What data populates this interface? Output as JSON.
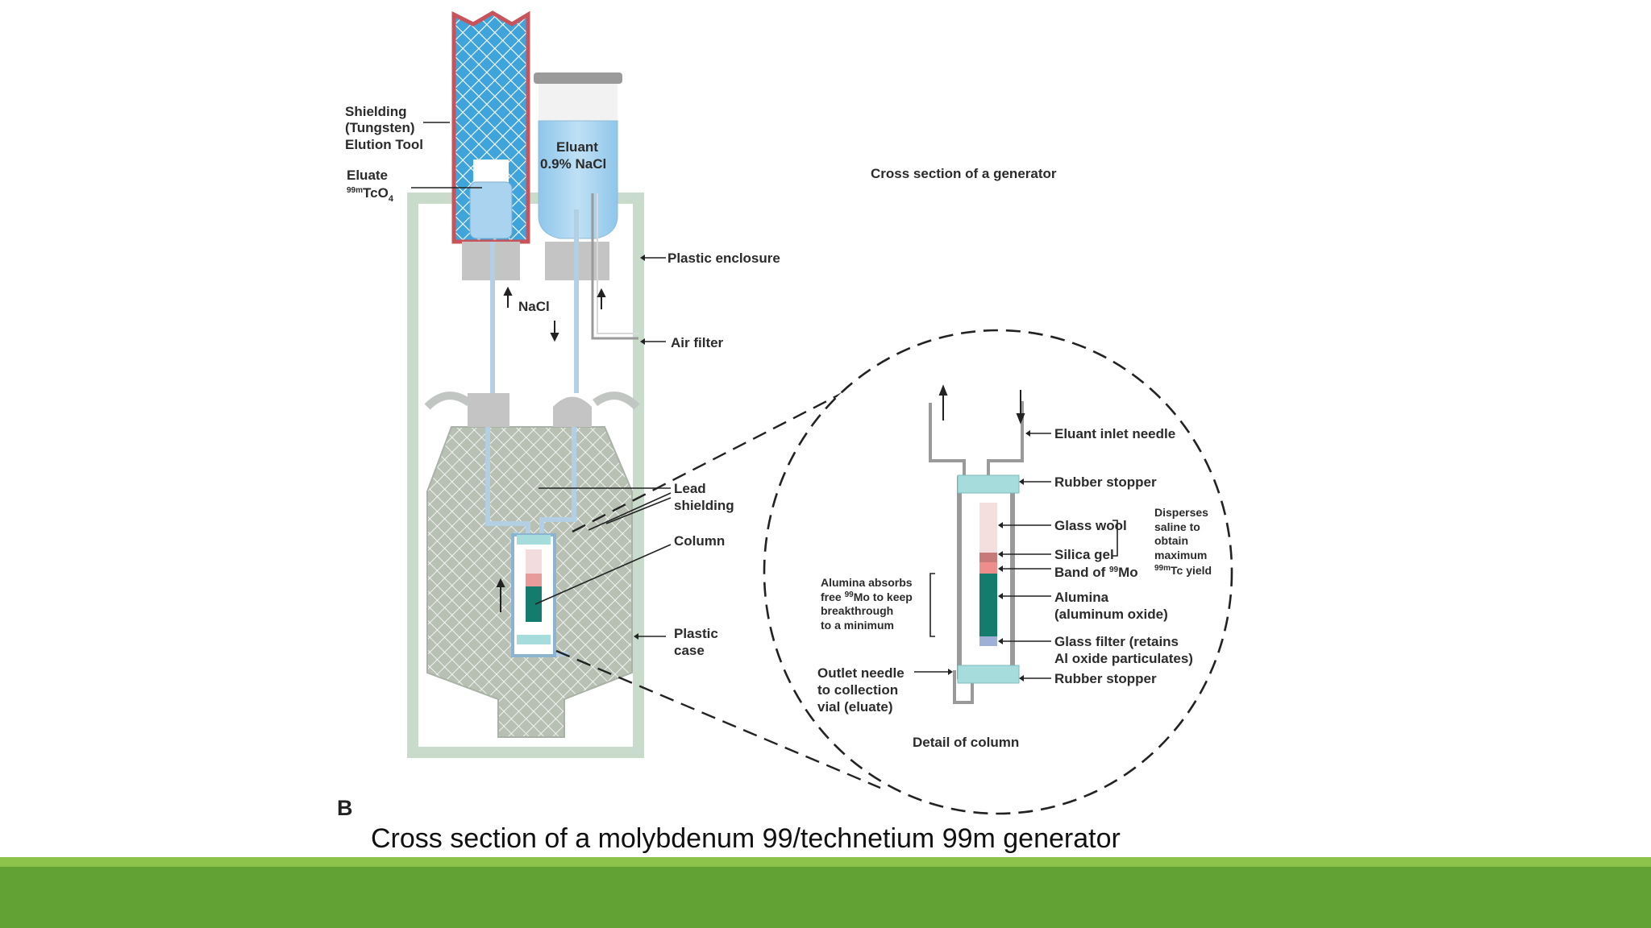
{
  "figure_letter": "B",
  "caption": "Cross section of a molybdenum 99/technetium 99m generator",
  "generator": {
    "title": "Cross section of a generator",
    "labels": {
      "shielding_line1": "Shielding",
      "shielding_line2": "(Tungsten)",
      "shielding_line3": "Elution Tool",
      "eluate": "Eluate",
      "eluate_sup": "99m",
      "eluate_formula": "TcO",
      "eluate_sub": "4",
      "eluant_line1": "Eluant",
      "eluant_line2": "0.9% NaCl",
      "plastic_enclosure": "Plastic enclosure",
      "nacl": "NaCl",
      "air_filter": "Air filter",
      "lead_line1": "Lead",
      "lead_line2": "shielding",
      "column": "Column",
      "plastic_case_line1": "Plastic",
      "plastic_case_line2": "case"
    }
  },
  "detail": {
    "title": "Detail of column",
    "labels": {
      "eluant_inlet": "Eluant inlet needle",
      "rubber_top": "Rubber stopper",
      "glass_wool": "Glass wool",
      "silica_gel": "Silica gel",
      "band_mo_prefix": "Band of ",
      "band_mo_sup": "99",
      "band_mo_suffix": "Mo",
      "alumina_line1": "Alumina",
      "alumina_line2": "(aluminum oxide)",
      "glass_filter_line1": "Glass filter (retains",
      "glass_filter_line2": "Al oxide particulates)",
      "rubber_bottom": "Rubber stopper",
      "disperses_1": "Disperses",
      "disperses_2": "saline to",
      "disperses_3": "obtain",
      "disperses_4": "maximum",
      "disperses_5_sup": "99m",
      "disperses_5": "Tc yield",
      "absorbs_1": "Alumina absorbs",
      "absorbs_2_prefix": "free ",
      "absorbs_2_sup": "99",
      "absorbs_2_suffix": "Mo to keep",
      "absorbs_3": "breakthrough",
      "absorbs_4": "to a minimum",
      "outlet_1": "Outlet needle",
      "outlet_2": "to collection",
      "outlet_3": "vial (eluate)"
    }
  },
  "colors": {
    "footer_light": "#8dc34a",
    "footer_dark": "#62a234",
    "tungsten_fill": "#3fa3dc",
    "tungsten_border": "#c9535a",
    "eluant_fill": "#a9d3ee",
    "enclosure": "#c9dccb",
    "lead_fill": "#b9c1b5",
    "alumina": "#137c6c",
    "stopper": "#a7dcdc"
  }
}
